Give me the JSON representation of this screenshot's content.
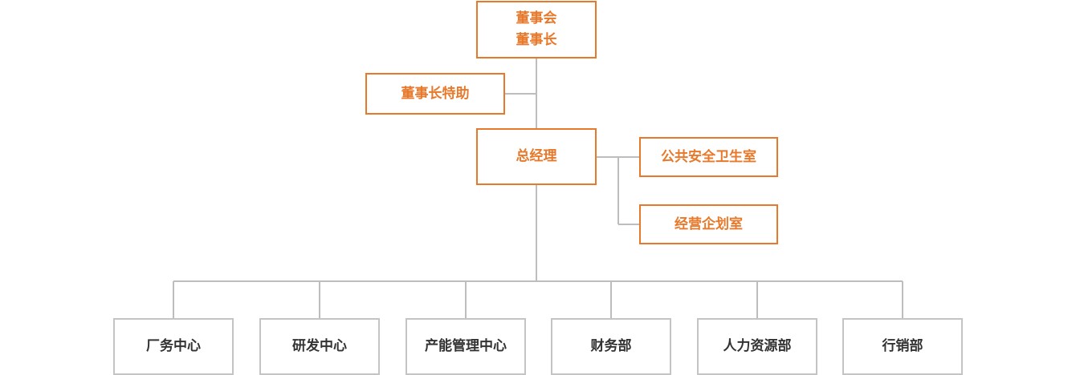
{
  "colors": {
    "accent": "#e8782a",
    "department_border": "#c4c4c4",
    "department_text": "#333333",
    "connector": "#bdbdbd"
  },
  "board": {
    "line1": "董事会",
    "line2": "董事长"
  },
  "chairman_assistant": "董事长特助",
  "general_manager": "总经理",
  "offices": [
    "公共安全卫生室",
    "经营企划室"
  ],
  "departments": [
    "厂务中心",
    "研发中心",
    "产能管理中心",
    "财务部",
    "人力资源部",
    "行销部"
  ]
}
